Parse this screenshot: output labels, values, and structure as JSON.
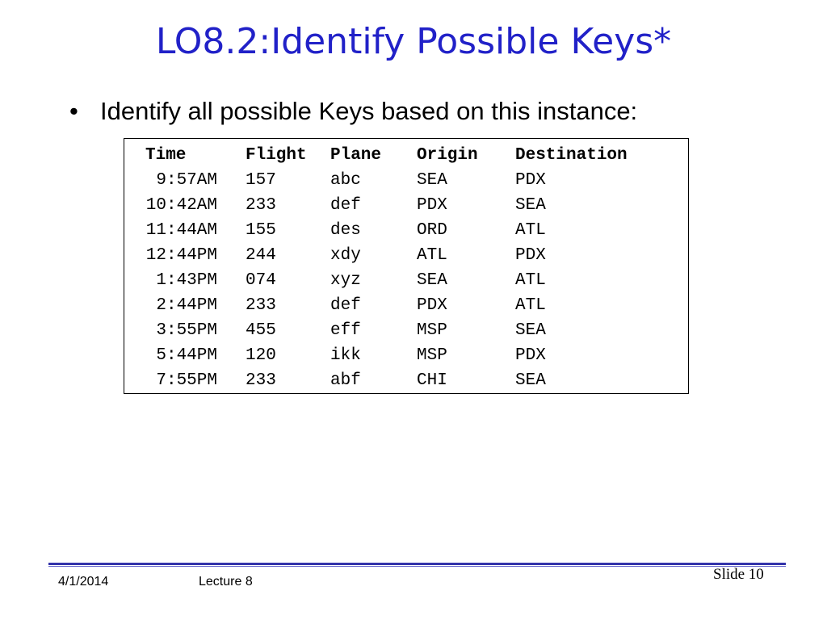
{
  "slide": {
    "title": "LO8.2:Identify Possible Keys*",
    "bullet_marker": "•",
    "bullet_text": "Identify all possible Keys based on this instance:"
  },
  "table": {
    "headers": {
      "time": "Time",
      "flight": "Flight",
      "plane": "Plane",
      "origin": "Origin",
      "destination": "Destination"
    },
    "rows": [
      {
        "time": "9:57AM",
        "flight": "157",
        "plane": "abc",
        "origin": "SEA",
        "destination": "PDX"
      },
      {
        "time": "10:42AM",
        "flight": "233",
        "plane": "def",
        "origin": "PDX",
        "destination": "SEA"
      },
      {
        "time": "11:44AM",
        "flight": "155",
        "plane": "des",
        "origin": "ORD",
        "destination": "ATL"
      },
      {
        "time": "12:44PM",
        "flight": "244",
        "plane": "xdy",
        "origin": "ATL",
        "destination": "PDX"
      },
      {
        "time": "1:43PM",
        "flight": "074",
        "plane": "xyz",
        "origin": "SEA",
        "destination": "ATL"
      },
      {
        "time": "2:44PM",
        "flight": "233",
        "plane": "def",
        "origin": "PDX",
        "destination": "ATL"
      },
      {
        "time": "3:55PM",
        "flight": "455",
        "plane": "eff",
        "origin": "MSP",
        "destination": "SEA"
      },
      {
        "time": "5:44PM",
        "flight": "120",
        "plane": "ikk",
        "origin": "MSP",
        "destination": "PDX"
      },
      {
        "time": "7:55PM",
        "flight": "233",
        "plane": "abf",
        "origin": "CHI",
        "destination": "SEA"
      }
    ]
  },
  "footer": {
    "date": "4/1/2014",
    "lecture": "Lecture 8",
    "slide_number": "Slide 10"
  },
  "colors": {
    "title": "#2121c8",
    "footer_rule": "#3333aa"
  }
}
